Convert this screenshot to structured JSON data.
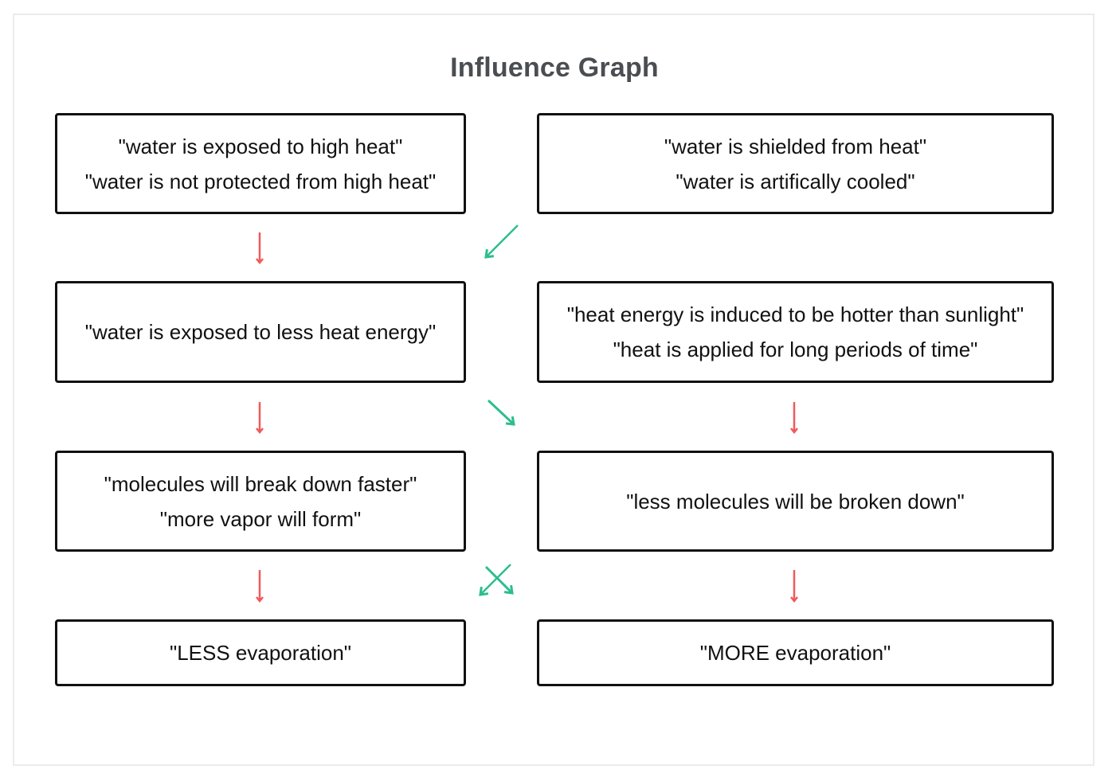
{
  "title": "Influence Graph",
  "colors": {
    "positive_arrow": "#ef5a5a",
    "negative_arrow": "#2dbd8f",
    "border": "#111111",
    "title": "#4a4e52"
  },
  "nodes": {
    "left_1": [
      "\"water is exposed to high heat\"",
      "\"water is not protected from high heat\""
    ],
    "right_1": [
      "\"water is shielded from heat\"",
      "\"water is artifically cooled\""
    ],
    "left_2": [
      "\"water is exposed to less heat energy\""
    ],
    "right_2": [
      "\"heat energy is induced to be hotter than sunlight\"",
      "\"heat is applied for long periods of time\""
    ],
    "left_3": [
      "\"molecules will break down faster\"",
      "\"more vapor will form\""
    ],
    "right_3": [
      "\"less molecules will be broken down\""
    ],
    "left_4": [
      "\"LESS evaporation\""
    ],
    "right_4": [
      "\"MORE evaporation\""
    ]
  },
  "edges": [
    {
      "from": "left_1",
      "to": "left_2",
      "type": "positive"
    },
    {
      "from": "right_1",
      "to": "left_2",
      "type": "negative"
    },
    {
      "from": "left_2",
      "to": "left_3",
      "type": "positive"
    },
    {
      "from": "left_2",
      "to": "right_3",
      "type": "negative"
    },
    {
      "from": "right_2",
      "to": "right_3",
      "type": "positive"
    },
    {
      "from": "left_3",
      "to": "left_4",
      "type": "positive"
    },
    {
      "from": "right_3",
      "to": "left_4",
      "type": "negative"
    },
    {
      "from": "left_3",
      "to": "right_4",
      "type": "negative"
    },
    {
      "from": "right_3",
      "to": "right_4",
      "type": "positive"
    }
  ]
}
